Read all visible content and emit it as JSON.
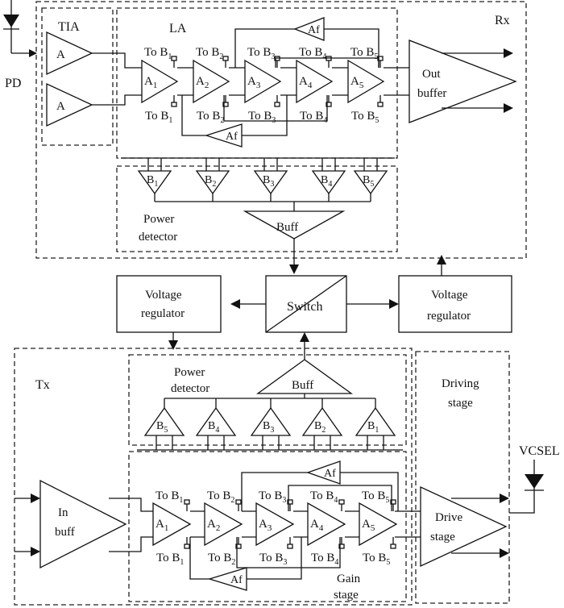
{
  "diagram": {
    "photodiode_label": "PD",
    "vcsel_label": "VCSEL",
    "rx": {
      "title": "Rx",
      "tia": {
        "title": "TIA",
        "amp_label": "A"
      },
      "la": {
        "title": "LA",
        "stages": [
          "A1",
          "A2",
          "A3",
          "A4",
          "A5"
        ],
        "feedback": "Af",
        "tap_prefix": "To",
        "taps": [
          "B1",
          "B2",
          "B3",
          "B4",
          "B5"
        ]
      },
      "out_buffer": {
        "line1": "Out",
        "line2": "buffer"
      },
      "power_detector": {
        "line1": "Power",
        "line2": "detector",
        "blocks": [
          "B1",
          "B2",
          "B3",
          "B4",
          "B5"
        ],
        "buff": "Buff"
      }
    },
    "switch": "Switch",
    "left_regulator": {
      "line1": "Voltage",
      "line2": "regulator"
    },
    "right_regulator": {
      "line1": "Voltage",
      "line2": "regulator"
    },
    "tx": {
      "title": "Tx",
      "power_detector": {
        "line1": "Power",
        "line2": "detector",
        "blocks": [
          "B5",
          "B4",
          "B3",
          "B2",
          "B1"
        ],
        "buff": "Buff"
      },
      "in_buff": {
        "line1": "In",
        "line2": "buff"
      },
      "gain_stage": {
        "line1": "Gain",
        "line2": "stage",
        "stages": [
          "A1",
          "A2",
          "A3",
          "A4",
          "A5"
        ],
        "feedback": "Af",
        "tap_prefix": "To",
        "taps": [
          "B1",
          "B2",
          "B3",
          "B4",
          "B5"
        ]
      },
      "driving_stage": {
        "line1": "Driving",
        "line2": "stage"
      },
      "drive_stage": {
        "line1": "Drive",
        "line2": "stage"
      }
    }
  }
}
